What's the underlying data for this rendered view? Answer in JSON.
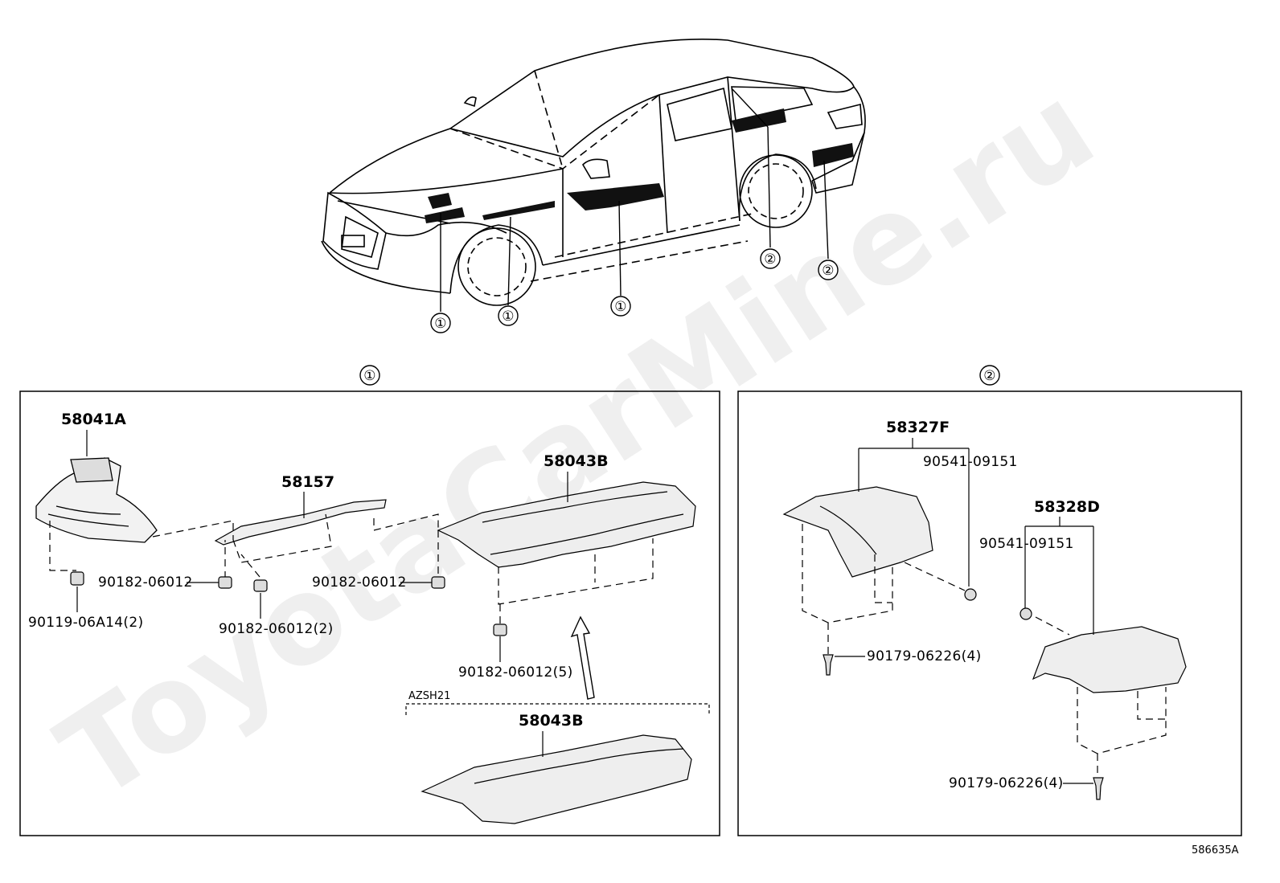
{
  "watermark": "ToyotaCarMine.ru",
  "figure_id": "586635A",
  "overview_callouts": [
    "①",
    "①",
    "①",
    "②",
    "②"
  ],
  "group1": {
    "marker": "①",
    "labels": {
      "p58041A": "58041A",
      "p58157": "58157",
      "p58043B_top": "58043B",
      "p90182_a": "90182-06012",
      "p90182_b": "90182-06012",
      "p90119": "90119-06A14(2)",
      "p90182_2": "90182-06012(2)",
      "p90182_5": "90182-06012(5)",
      "azsh21": "AZSH21",
      "p58043B_bottom": "58043B"
    }
  },
  "group2": {
    "marker": "②",
    "labels": {
      "p58327F": "58327F",
      "p90541_a": "90541-09151",
      "p90179_a": "90179-06226(4)",
      "p58328D": "58328D",
      "p90541_b": "90541-09151",
      "p90179_b": "90179-06226(4)"
    }
  }
}
